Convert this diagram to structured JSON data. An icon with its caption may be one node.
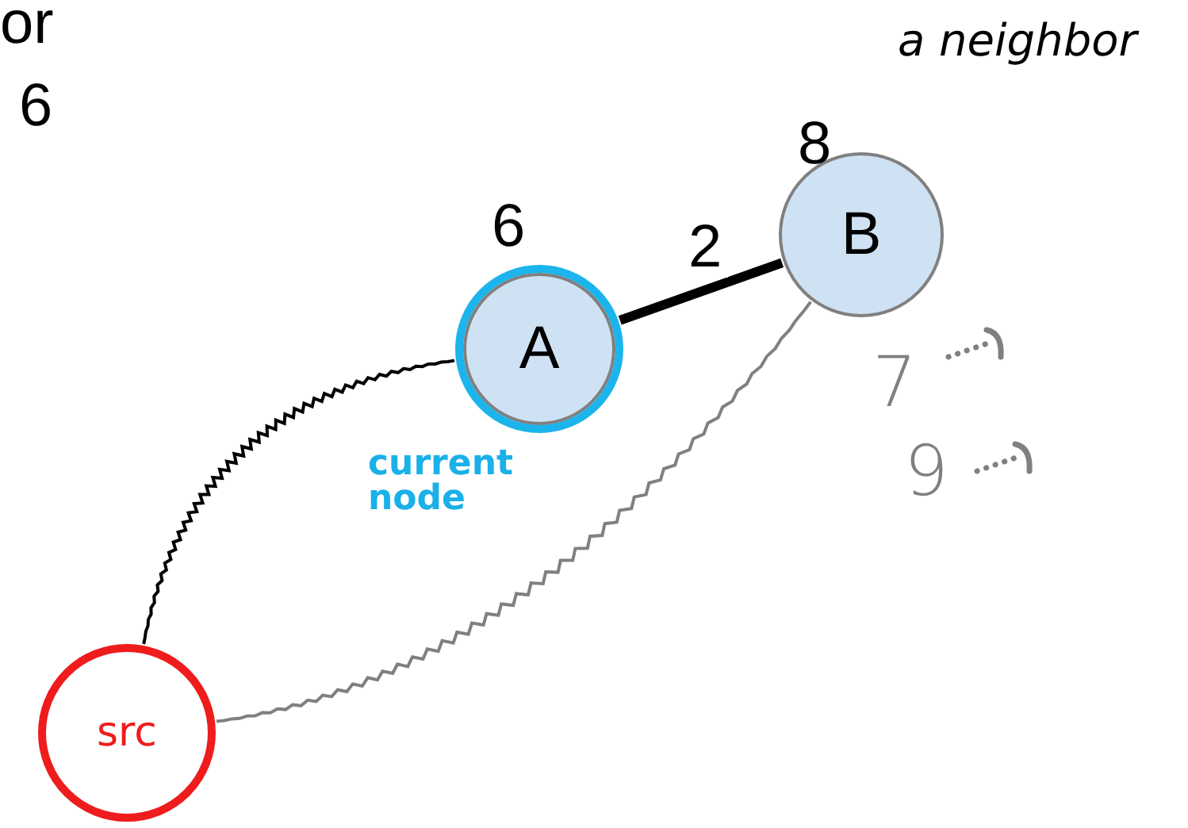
{
  "diagram": {
    "nodes": [
      {
        "text": [
          "A"
        ],
        "beside": [
          "6"
        ]
      },
      {
        "text": [
          "B"
        ],
        "beside": [
          "8"
        ]
      },
      {
        "text": [
          "src"
        ]
      }
    ],
    "edges": [
      {
        "from": 0,
        "to": 1,
        "arrow": "none",
        "label": "2",
        "style": "thick"
      },
      {
        "from": 2,
        "to": 0,
        "arrow": "none"
      },
      {
        "from": 2,
        "to": 1,
        "arrow": "none",
        "color": "#808080"
      }
    ],
    "labels": [
      "or",
      "6",
      "a neighbor",
      "current node",
      "7",
      "9"
    ]
  }
}
